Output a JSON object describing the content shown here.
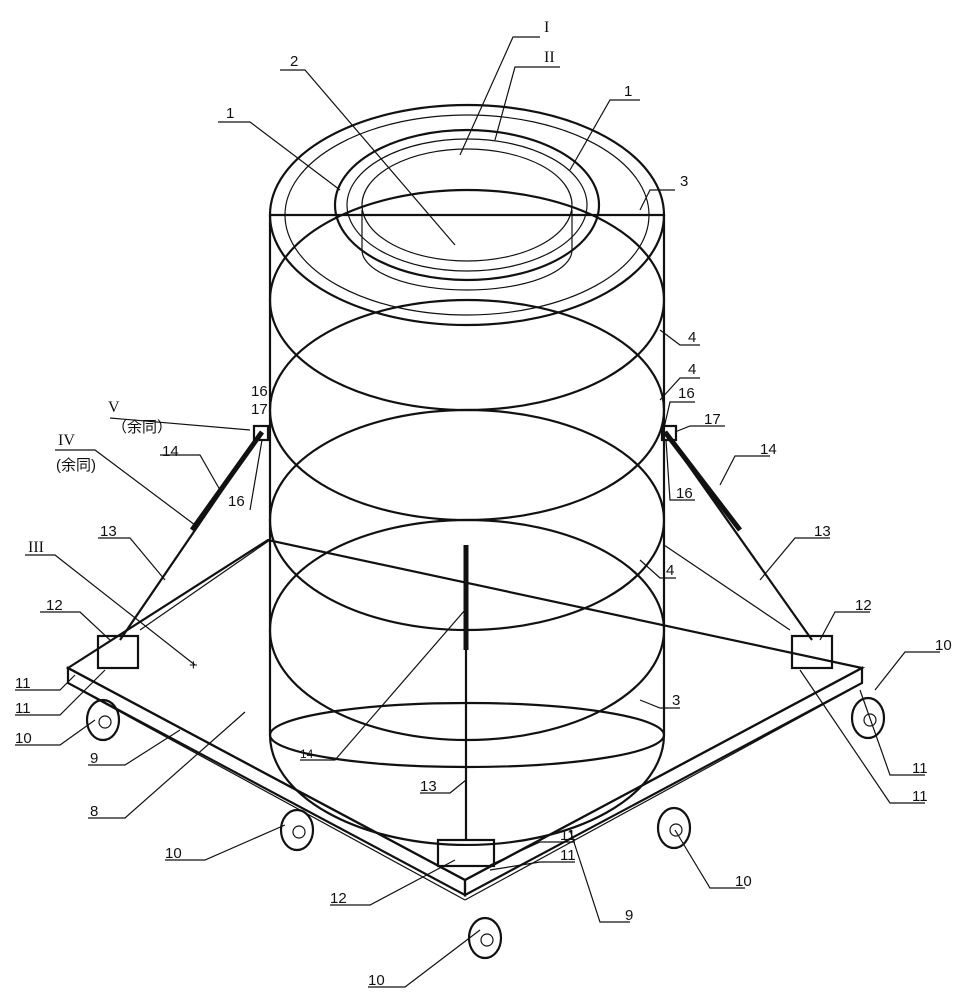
{
  "figure": {
    "labels": {
      "I": "I",
      "II": "II",
      "III": "III",
      "IV": "IV",
      "V": "V",
      "same_note_v": "（余同）",
      "same_note_iv": "(余同)",
      "n1a": "1",
      "n1b": "1",
      "n2": "2",
      "n3a": "3",
      "n3b": "3",
      "n4a": "4",
      "n4b": "4",
      "n4c": "4",
      "n16a": "16",
      "n17a": "17",
      "n16b": "16",
      "n16c": "16",
      "n17b": "17",
      "n16d": "16",
      "n14a": "14",
      "n14b": "14",
      "n14c": "14",
      "n13a": "13",
      "n13b": "13",
      "n13c": "13",
      "n12a": "12",
      "n12b": "12",
      "n12c": "12",
      "n11a": "11",
      "n11b": "11",
      "n11c": "11",
      "n11d": "11",
      "n11e": "11",
      "n11f": "11",
      "n10a": "10",
      "n10b": "10",
      "n10c": "10",
      "n10d": "10",
      "n10e": "10",
      "n9a": "9",
      "n9b": "9",
      "n8": "8"
    }
  }
}
